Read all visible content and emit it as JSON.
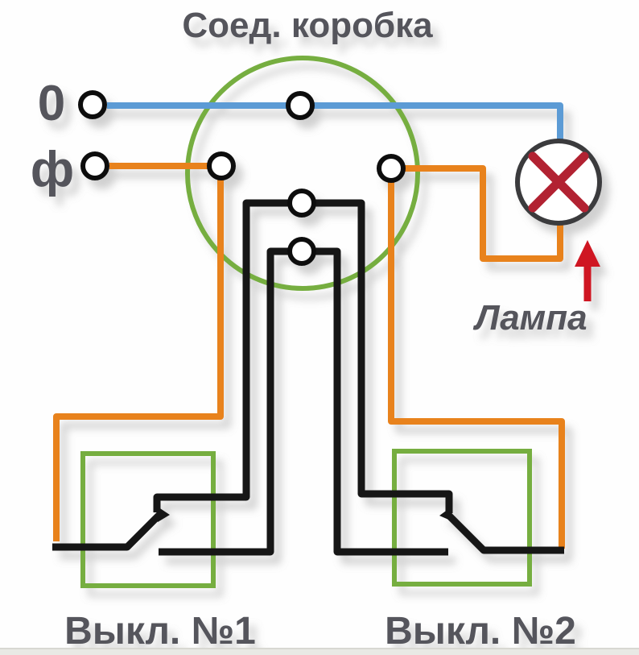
{
  "diagram": {
    "title": "Соед. коробка",
    "labels": {
      "neutral": "0",
      "phase": "ф",
      "lamp": "Лампа",
      "switch1": "Выкл. №1",
      "switch2": "Выкл. №2"
    },
    "colors": {
      "neutral_wire": "#5b9bd5",
      "phase_wire": "#e8821e",
      "traveler_wire": "#161616",
      "enclosure": "#76ae40",
      "lamp_outline": "#3a3a3e",
      "lamp_cross": "#b22433",
      "arrow": "#cf1420",
      "text": "#54555c"
    }
  }
}
